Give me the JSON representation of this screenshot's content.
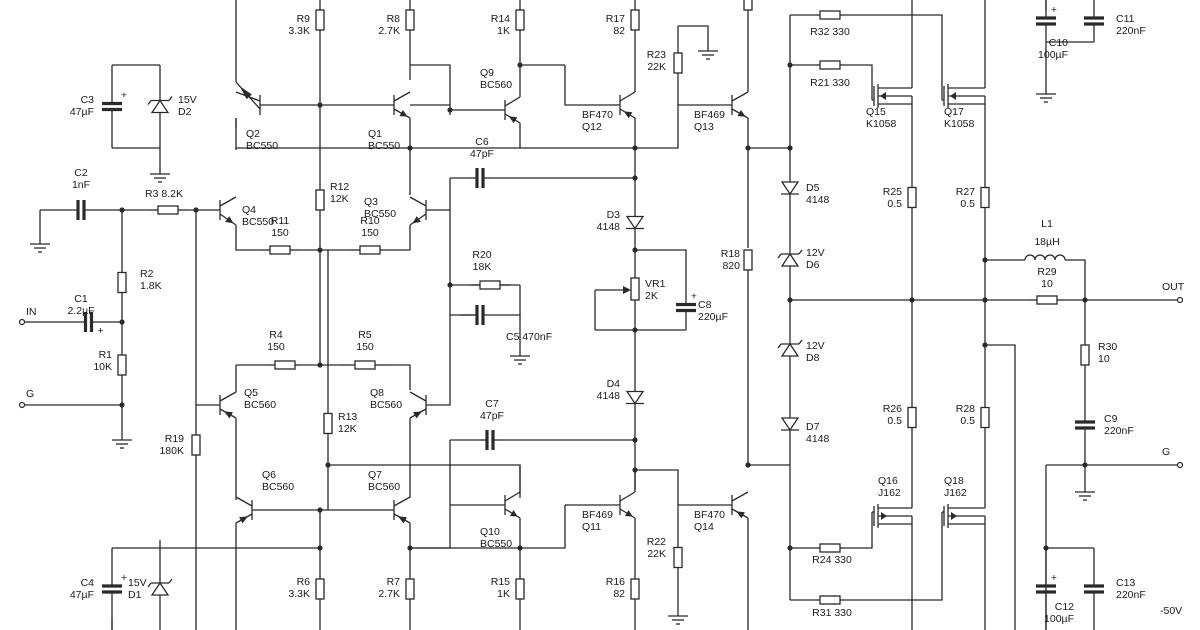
{
  "diagram": {
    "resistors": [
      {
        "ref": "R9",
        "value": "3.3K"
      },
      {
        "ref": "R8",
        "value": "2.7K"
      },
      {
        "ref": "R14",
        "value": "1K"
      },
      {
        "ref": "R17",
        "value": "82"
      },
      {
        "ref": "R23",
        "value": "22K"
      },
      {
        "ref": "R32",
        "value": "330"
      },
      {
        "ref": "R21",
        "value": "330"
      },
      {
        "ref": "R3",
        "value": "8.2K"
      },
      {
        "ref": "R12",
        "value": "12K"
      },
      {
        "ref": "R11",
        "value": "150"
      },
      {
        "ref": "R10",
        "value": "150"
      },
      {
        "ref": "R2",
        "value": "1.8K"
      },
      {
        "ref": "R1",
        "value": "10K"
      },
      {
        "ref": "R20",
        "value": "18K"
      },
      {
        "ref": "R18",
        "value": "820"
      },
      {
        "ref": "R25",
        "value": "0.5"
      },
      {
        "ref": "R27",
        "value": "0.5"
      },
      {
        "ref": "R29",
        "value": "10"
      },
      {
        "ref": "R4",
        "value": "150"
      },
      {
        "ref": "R5",
        "value": "150"
      },
      {
        "ref": "R13",
        "value": "12K"
      },
      {
        "ref": "R19",
        "value": "180K"
      },
      {
        "ref": "R30",
        "value": "10"
      },
      {
        "ref": "R26",
        "value": "0.5"
      },
      {
        "ref": "R28",
        "value": "0.5"
      },
      {
        "ref": "R22",
        "value": "22K"
      },
      {
        "ref": "R24",
        "value": "330"
      },
      {
        "ref": "R31",
        "value": "330"
      },
      {
        "ref": "R6",
        "value": "3.3K"
      },
      {
        "ref": "R7",
        "value": "2.7K"
      },
      {
        "ref": "R15",
        "value": "1K"
      },
      {
        "ref": "R16",
        "value": "82"
      }
    ],
    "capacitors": [
      {
        "ref": "C3",
        "value": "47µF"
      },
      {
        "ref": "C2",
        "value": "1nF"
      },
      {
        "ref": "C1",
        "value": "2.2µF"
      },
      {
        "ref": "C6",
        "value": "47pF"
      },
      {
        "ref": "C5",
        "value": "470nF"
      },
      {
        "ref": "C8",
        "value": "220µF"
      },
      {
        "ref": "C7",
        "value": "47pF"
      },
      {
        "ref": "C10",
        "value": "100µF"
      },
      {
        "ref": "C11",
        "value": "220nF"
      },
      {
        "ref": "C9",
        "value": "220nF"
      },
      {
        "ref": "C12",
        "value": "100µF"
      },
      {
        "ref": "C13",
        "value": "220nF"
      },
      {
        "ref": "C4",
        "value": "47µF"
      }
    ],
    "transistors": [
      {
        "ref": "Q1",
        "part": "BC550"
      },
      {
        "ref": "Q2",
        "part": "BC550"
      },
      {
        "ref": "Q3",
        "part": "BC550"
      },
      {
        "ref": "Q4",
        "part": "BC550"
      },
      {
        "ref": "Q5",
        "part": "BC560"
      },
      {
        "ref": "Q6",
        "part": "BC560"
      },
      {
        "ref": "Q7",
        "part": "BC560"
      },
      {
        "ref": "Q8",
        "part": "BC560"
      },
      {
        "ref": "Q9",
        "part": "BC560"
      },
      {
        "ref": "Q10",
        "part": "BC550"
      },
      {
        "ref": "Q11",
        "part": "BF469"
      },
      {
        "ref": "Q12",
        "part": "BF470"
      },
      {
        "ref": "Q13",
        "part": "BF469"
      },
      {
        "ref": "Q14",
        "part": "BF470"
      },
      {
        "ref": "Q15",
        "part": "K1058"
      },
      {
        "ref": "Q16",
        "part": "J162"
      },
      {
        "ref": "Q17",
        "part": "K1058"
      },
      {
        "ref": "Q18",
        "part": "J162"
      }
    ],
    "diodes": [
      {
        "ref": "D1",
        "value": "15V"
      },
      {
        "ref": "D2",
        "value": "15V"
      },
      {
        "ref": "D3",
        "value": "4148"
      },
      {
        "ref": "D4",
        "value": "4148"
      },
      {
        "ref": "D5",
        "value": "4148"
      },
      {
        "ref": "D6",
        "value": "12V"
      },
      {
        "ref": "D7",
        "value": "4148"
      },
      {
        "ref": "D8",
        "value": "12V"
      }
    ],
    "others": [
      {
        "ref": "VR1",
        "value": "2K"
      },
      {
        "ref": "L1",
        "value": "18µH"
      }
    ],
    "terminals": {
      "in": "IN",
      "g_left": "G",
      "out": "OUT",
      "g_right": "G",
      "neg_supply": "-50V"
    }
  },
  "colors": {
    "ink": "#2a2a2a",
    "background": "#ffffff"
  }
}
